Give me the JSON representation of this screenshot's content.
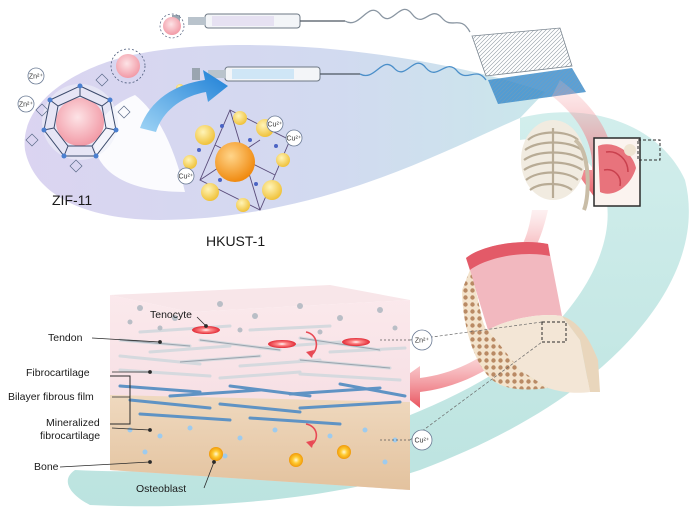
{
  "mof": {
    "left_name": "ZIF-11",
    "right_name": "HKUST-1",
    "zinc_ion": "Zn²⁺",
    "copper_ion": "Cu²⁺"
  },
  "layers": {
    "tenocyte": "Tenocyte",
    "tendon": "Tendon",
    "fibrocartilage": "Fibrocartilage",
    "bilayer_film": "Bilayer fibrous film",
    "mineralized_line1": "Mineralized",
    "mineralized_line2": "fibrocartilage",
    "bone": "Bone",
    "osteoblast": "Osteoblast"
  },
  "colors": {
    "zif_band": "#c9c3e8",
    "hkust_band": "#7fb6e6",
    "teal_band": "#bfe6e3",
    "tendon_red": "#e83a48",
    "osteoblast_orange": "#f2a11a"
  }
}
